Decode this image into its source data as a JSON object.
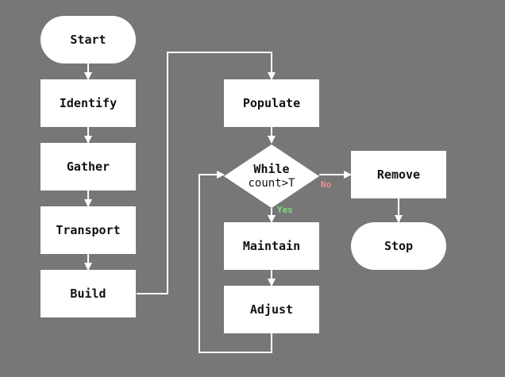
{
  "colors": {
    "background": "#777777",
    "node_fill": "#ffffff",
    "edge": "#ffffff",
    "yes": "#7ee07e",
    "no": "#f08a8a"
  },
  "nodes": {
    "start": "Start",
    "identify": "Identify",
    "gather": "Gather",
    "transport": "Transport",
    "build": "Build",
    "populate": "Populate",
    "decision_line1": "While",
    "decision_line2": "count>T",
    "maintain": "Maintain",
    "adjust": "Adjust",
    "remove": "Remove",
    "stop": "Stop"
  },
  "edge_labels": {
    "yes": "Yes",
    "no": "No"
  }
}
